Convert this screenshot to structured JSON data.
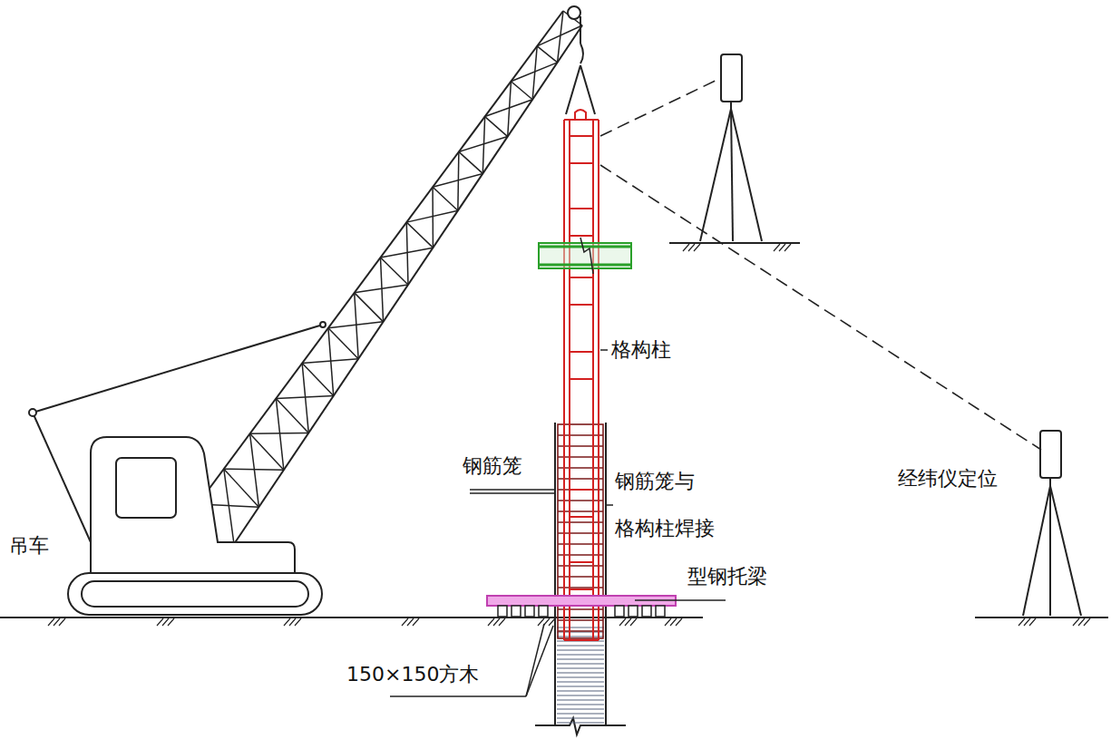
{
  "diagram": {
    "labels": [
      "吊车",
      "格构柱",
      "钢筋笼",
      "钢筋笼与 格构柱焊接",
      "型钢托梁",
      "150×150方木",
      "经纬仪定位"
    ]
  }
}
